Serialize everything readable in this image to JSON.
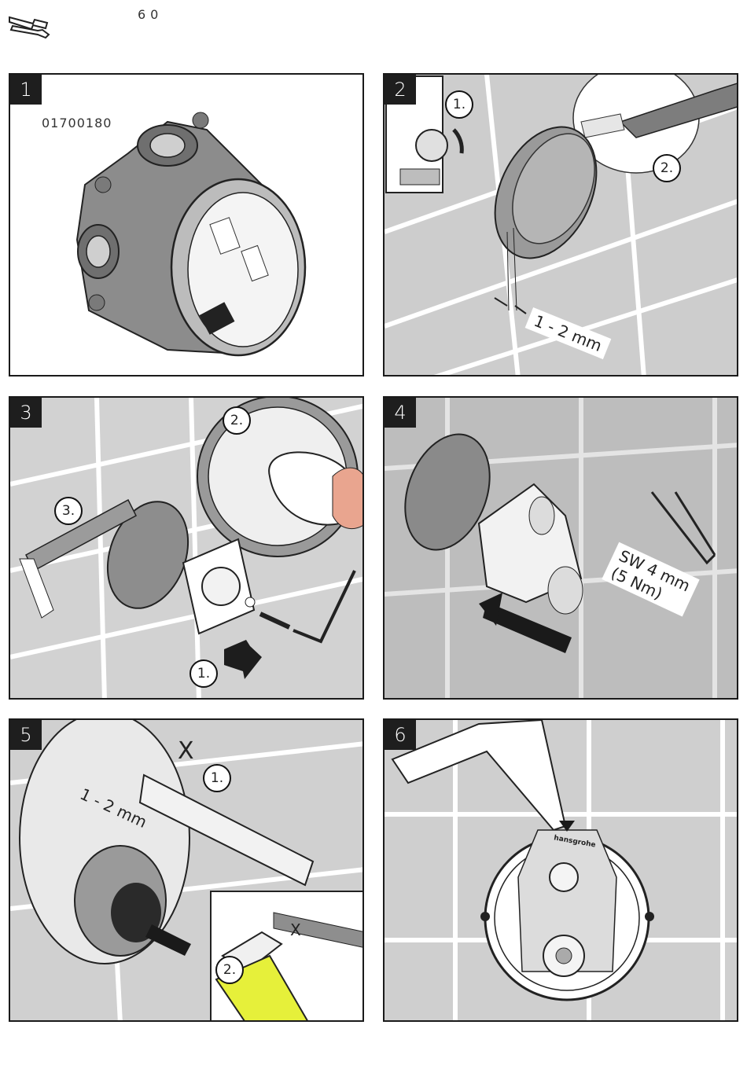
{
  "header": {
    "icon": "wrench-screwdriver-icon",
    "page_number": "60"
  },
  "steps": [
    {
      "number": "1",
      "part_number": "01700180"
    },
    {
      "number": "2",
      "callouts": [
        "1.",
        "2."
      ],
      "measure": "1 - 2 mm"
    },
    {
      "number": "3",
      "callouts": [
        "1.",
        "2.",
        "3."
      ]
    },
    {
      "number": "4",
      "tool_label_line1": "SW 4 mm",
      "tool_label_line2": "(5 Nm)"
    },
    {
      "number": "5",
      "callouts": [
        "1.",
        "2."
      ],
      "measure": "1 - 2 mm",
      "mark": "X",
      "ruler_mark": "X"
    },
    {
      "number": "6",
      "brand": "hansgrohe"
    }
  ],
  "colors": {
    "frame": "#1a1a1a",
    "wall_grey": "#cfcfcf",
    "wall_dark": "#bcbcbc",
    "part_grey": "#9a9a9a",
    "highlight_yellow": "#e6f03a"
  }
}
